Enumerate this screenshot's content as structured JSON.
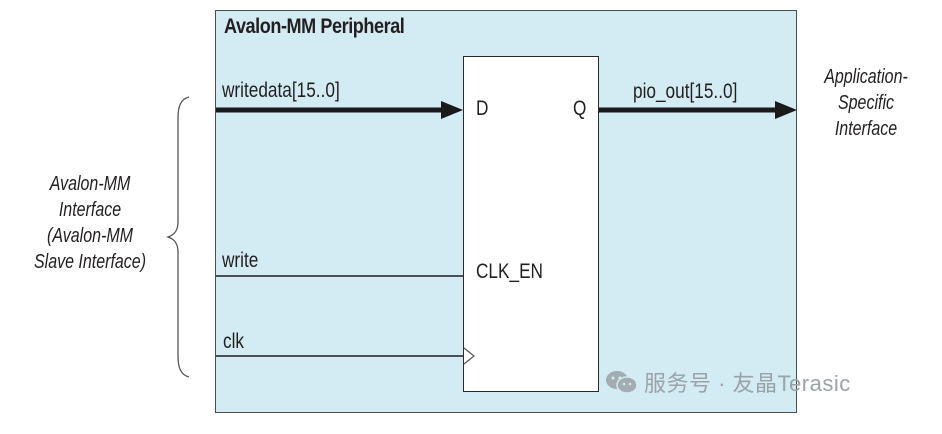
{
  "diagram": {
    "title": "Avalon-MM Peripheral",
    "left_label": [
      "Avalon-MM",
      "Interface",
      "(Avalon-MM",
      "Slave Interface)"
    ],
    "right_label": [
      "Application-",
      "Specific",
      "Interface"
    ],
    "signals": {
      "writedata": "writedata[15..0]",
      "write": "write",
      "clk": "clk",
      "pio_out": "pio_out[15..0]"
    },
    "register_ports": {
      "d": "D",
      "q": "Q",
      "clk_en": "CLK_EN"
    },
    "colors": {
      "peripheral_fill": "#d3ebf3",
      "register_fill": "#ffffff",
      "line": "#231f20"
    }
  },
  "watermark": {
    "icon": "wechat-icon",
    "text": "服务号 · 友晶Terasic"
  }
}
